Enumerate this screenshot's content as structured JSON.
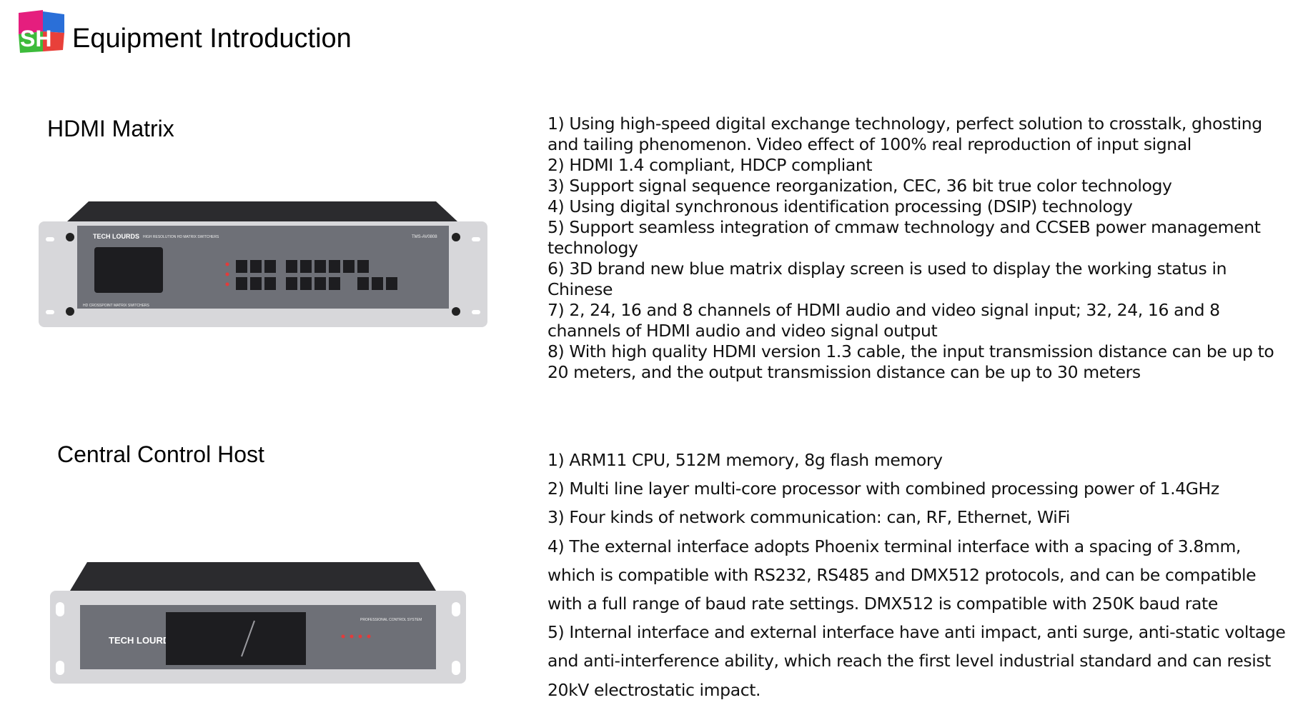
{
  "header": {
    "logo_text": "SH",
    "title": "Equipment Introduction"
  },
  "colors": {
    "logo_magenta": "#e51e7e",
    "logo_blue": "#2a6fd8",
    "logo_green": "#3dbb3b",
    "logo_red": "#e8403a",
    "device_dark": "#2b2b2e",
    "panel_gray": "#6e7077",
    "chassis_light": "#d7d7da"
  },
  "sections": [
    {
      "title": "HDMI Matrix",
      "device_brand": "TECH LOURDS",
      "device_model": "TMS-AV0808",
      "device_caption": "HIGH RESOLUTION HD MATRIX SWITCHERS",
      "device_footer": "HD CROSSPOINT MATRIX SWITCHERS",
      "features": [
        "1) Using high-speed digital exchange technology, perfect solution to crosstalk, ghosting and tailing phenomenon. Video effect of 100% real reproduction of input signal",
        "2) HDMI 1.4 compliant, HDCP compliant",
        "3) Support signal sequence reorganization, CEC, 36 bit true color technology",
        "4) Using digital synchronous identification processing (DSIP) technology",
        "5) Support seamless integration of cmmaw technology and CCSEB power management technology",
        "6) 3D brand new blue matrix display screen is used to display the working status in Chinese",
        "7) 2, 24, 16 and 8 channels of HDMI audio and video signal input; 32, 24, 16 and 8 channels of HDMI audio and video signal output",
        "8) With high quality HDMI version 1.3 cable, the input transmission distance can be up to 20 meters, and the output transmission distance can be up to 30 meters"
      ]
    },
    {
      "title": "Central Control Host",
      "device_brand": "TECH LOURDS",
      "device_caption": "PROFESSIONAL CONTROL SYSTEM",
      "features": [
        "1) ARM11 CPU, 512M memory, 8g flash memory",
        "2) Multi line layer multi-core processor with combined processing power of 1.4GHz",
        "3) Four kinds of network communication: can, RF, Ethernet, WiFi",
        "4) The external interface adopts Phoenix terminal interface with a spacing of 3.8mm, which is compatible with RS232, RS485 and DMX512 protocols, and can be compatible with a full range of baud rate settings. DMX512 is compatible with 250K baud rate",
        "5) Internal interface and external interface have anti impact, anti surge, anti-static voltage and anti-interference ability, which reach the first level industrial standard and can resist 20kV electrostatic impact."
      ]
    }
  ]
}
